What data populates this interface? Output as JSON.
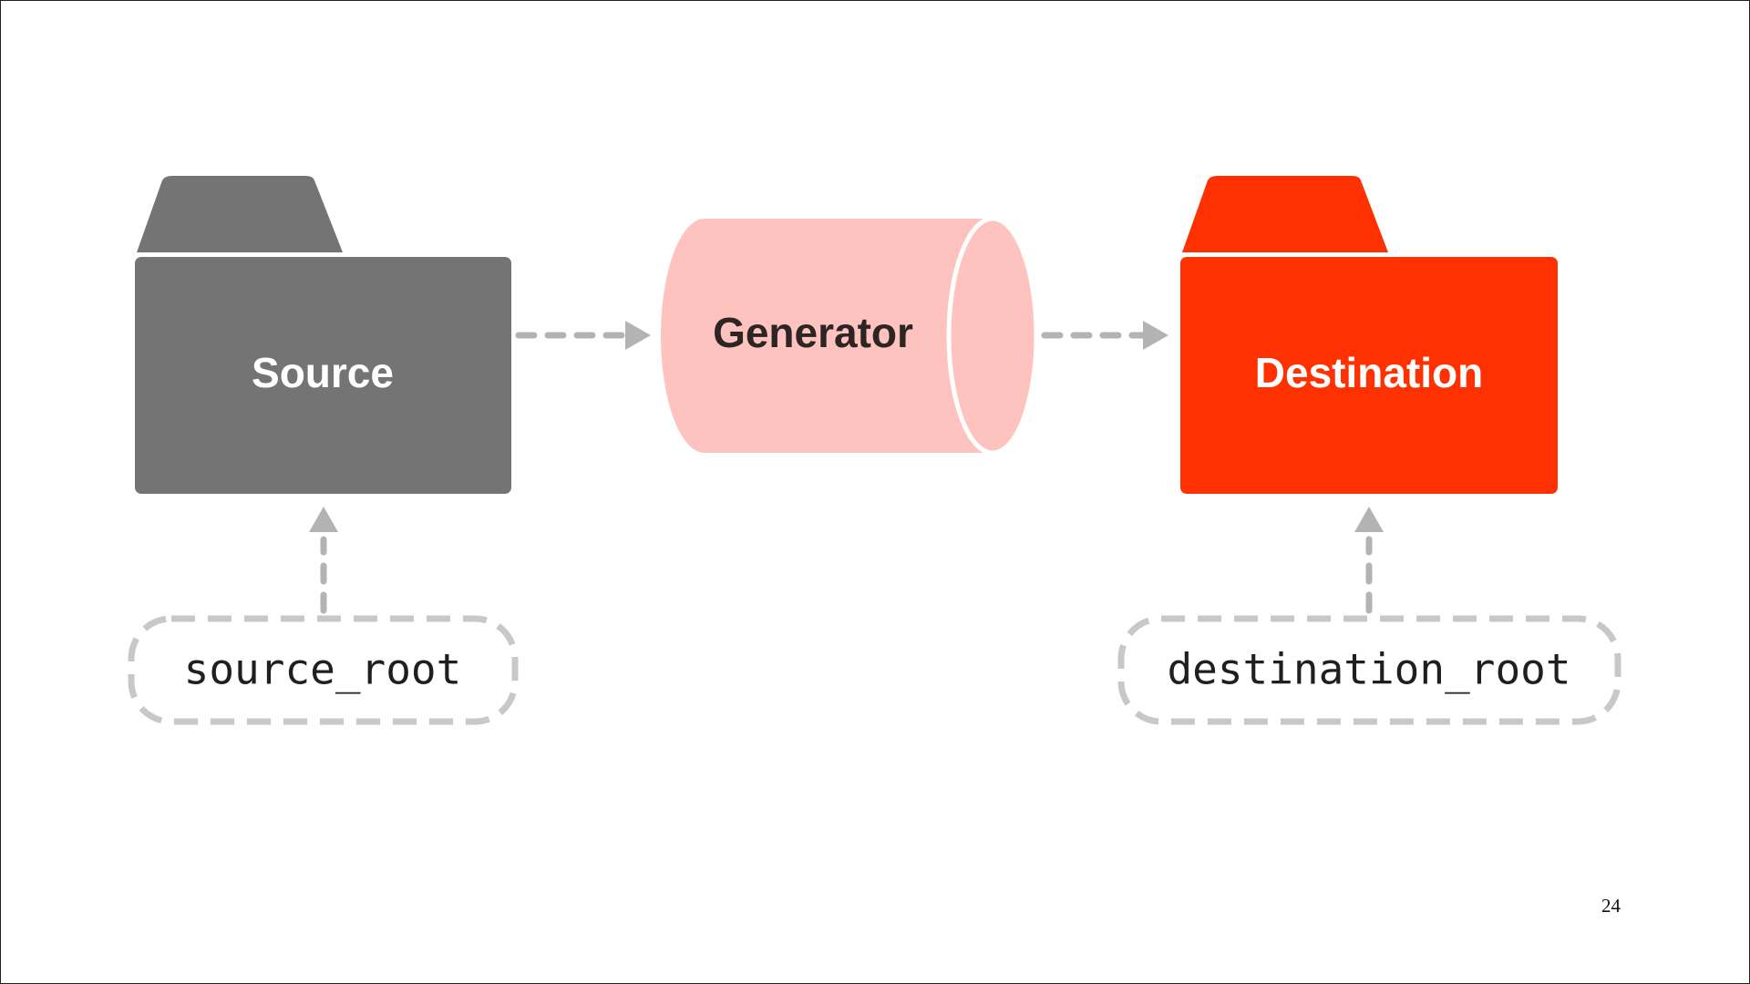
{
  "nodes": {
    "source": {
      "label": "Source",
      "color": "#747474",
      "text_color": "#ffffff"
    },
    "generator": {
      "label": "Generator",
      "color": "#fec3be",
      "text_color": "#2d2424"
    },
    "destination": {
      "label": "Destination",
      "color": "#ff3100",
      "text_color": "#ffffff"
    }
  },
  "parameters": {
    "source_root": {
      "label": "source_root"
    },
    "destination_root": {
      "label": "destination_root"
    }
  },
  "connector_color": "#b3b3b3",
  "param_border_color": "#c8c8c8",
  "page_number": "24"
}
